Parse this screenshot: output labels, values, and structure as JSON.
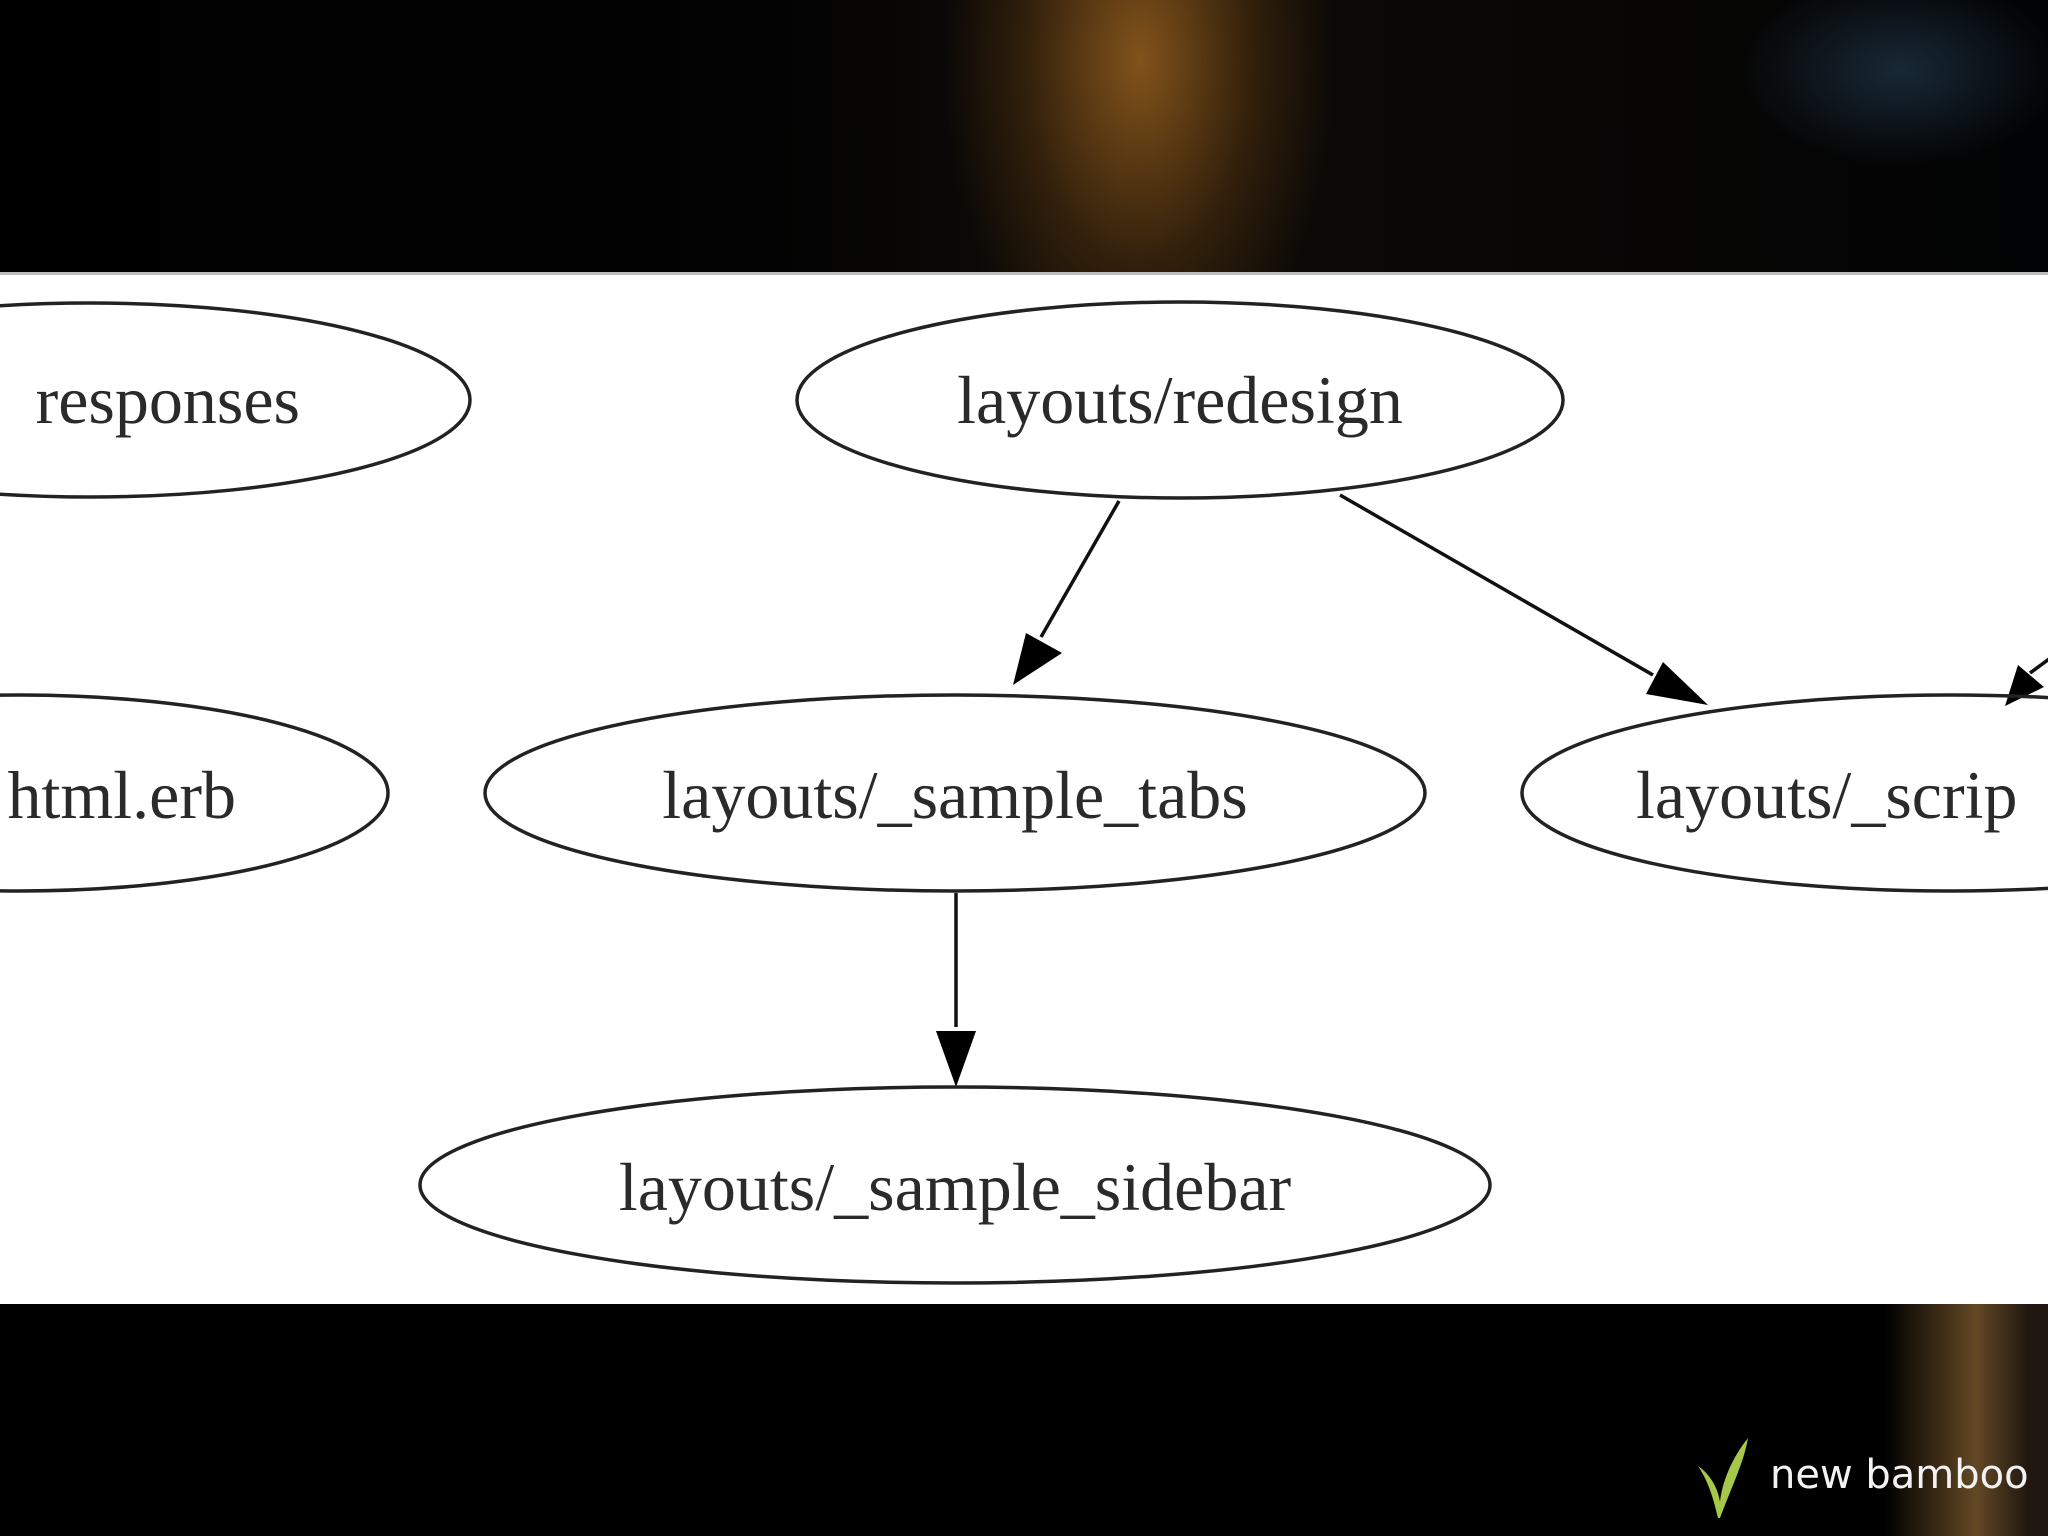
{
  "diagram": {
    "nodes": [
      {
        "id": "responses",
        "label": "responses"
      },
      {
        "id": "redesign",
        "label": "layouts/redesign"
      },
      {
        "id": "html_erb",
        "label": "html.erb"
      },
      {
        "id": "sample_tabs",
        "label": "layouts/_sample_tabs"
      },
      {
        "id": "scripts",
        "label": "layouts/_scrip"
      },
      {
        "id": "sample_sidebar",
        "label": "layouts/_sample_sidebar"
      }
    ],
    "edges": [
      {
        "from": "redesign",
        "to": "sample_tabs"
      },
      {
        "from": "redesign",
        "to": "scripts"
      },
      {
        "from": "sample_tabs",
        "to": "sample_sidebar"
      }
    ]
  },
  "brand": {
    "name": "new bamboo"
  }
}
